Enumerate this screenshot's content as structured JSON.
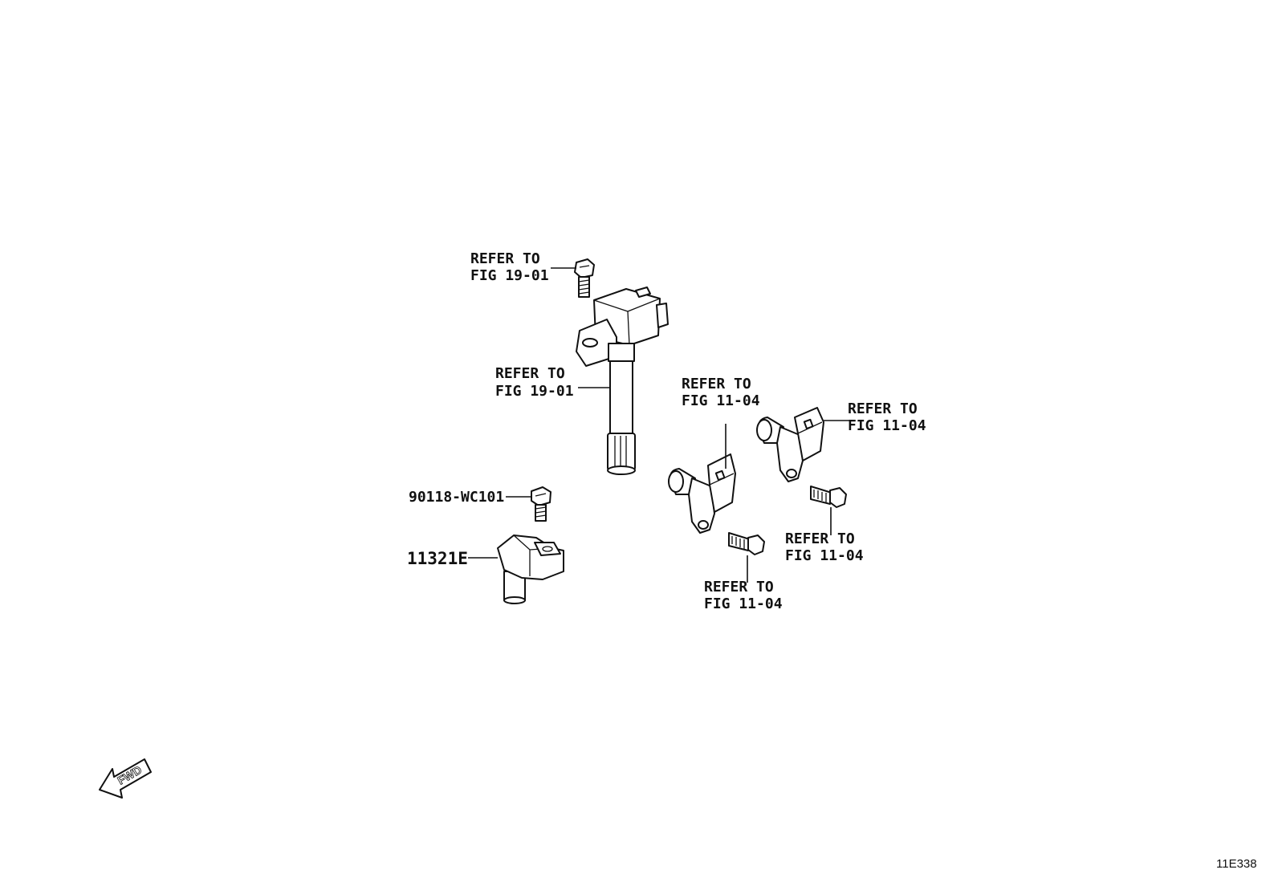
{
  "diagram": {
    "labels": {
      "ref_bolt_top": [
        "REFER TO",
        "FIG 19-01"
      ],
      "ref_coil": [
        "REFER TO",
        "FIG 19-01"
      ],
      "ref_sensor_mid": [
        "REFER TO",
        "FIG 11-04"
      ],
      "ref_sensor_right": [
        "REFER TO",
        "FIG 11-04"
      ],
      "ref_bolt_right": [
        "REFER TO",
        "FIG 11-04"
      ],
      "ref_bolt_mid": [
        "REFER TO",
        "FIG 11-04"
      ],
      "part_bolt": "90118-WC101",
      "part_sensor": "11321E"
    },
    "fwd_label": "FWD",
    "figure_code": "11E338"
  }
}
